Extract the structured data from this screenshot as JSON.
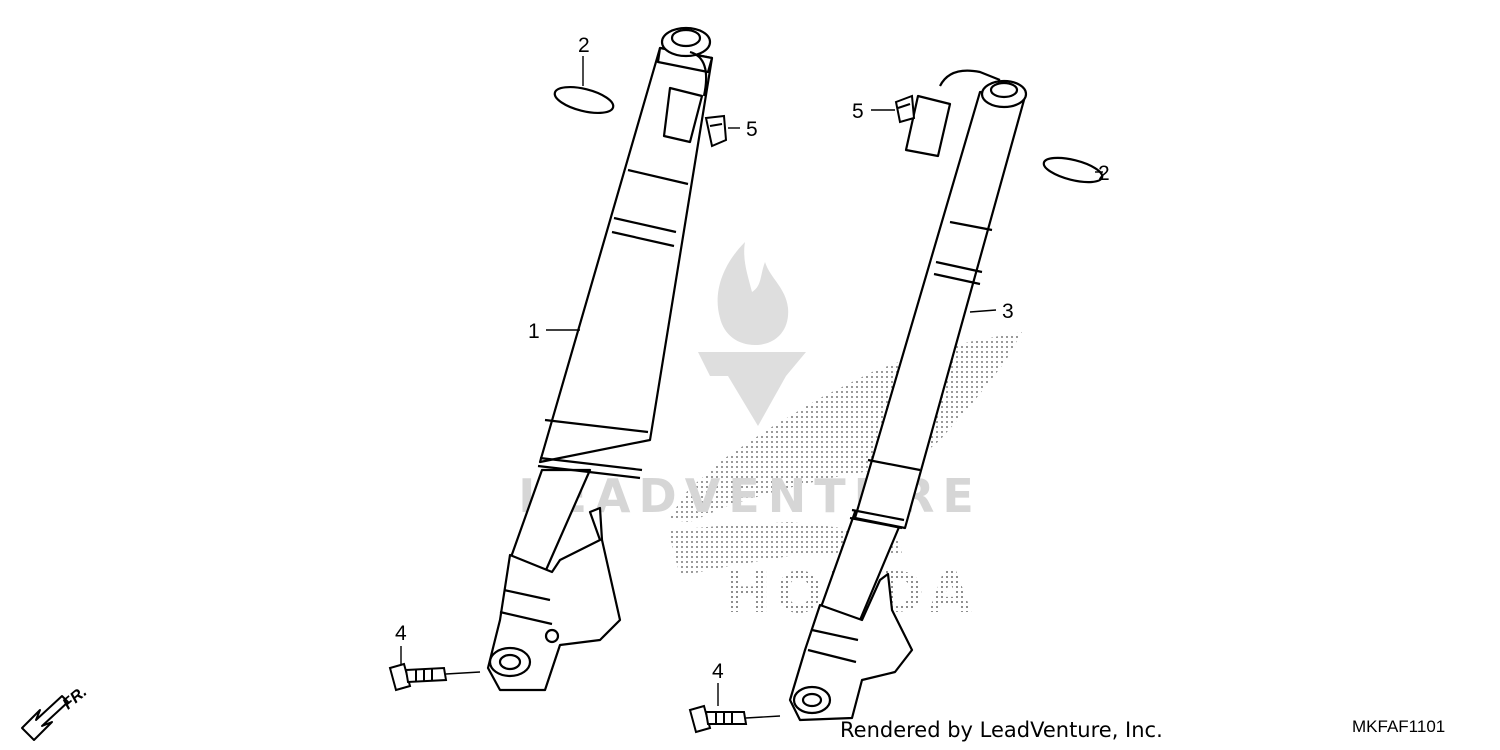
{
  "diagram": {
    "callouts": {
      "part_1": "1",
      "part_2_left": "2",
      "part_2_right": "2",
      "part_3": "3",
      "part_4_left": "4",
      "part_4_right": "4",
      "part_5_left": "5",
      "part_5_right": "5"
    },
    "direction_label": "FR.",
    "watermark_text": "LEADVENTURE",
    "watermark_brand": "HONDA"
  },
  "footer": {
    "credit": "Rendered by LeadVenture, Inc.",
    "diagram_code": "MKFAF1101"
  }
}
